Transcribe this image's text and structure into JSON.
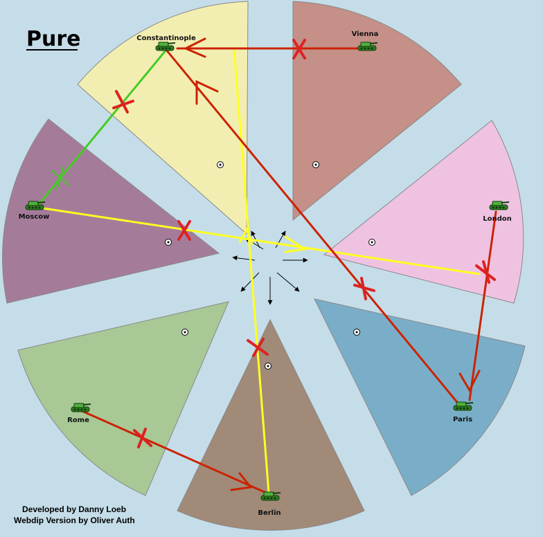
{
  "map": {
    "title": "Pure",
    "credits": [
      "Developed by Danny Loeb",
      "Webdip Version by Oliver Auth"
    ],
    "colors": {
      "background": "#c5dde8",
      "vienna": "#c49088",
      "london": "#f0c2e2",
      "paris": "#7aaec8",
      "berlin": "#a18a78",
      "rome": "#a8c896",
      "moscow": "#a47c9a",
      "constantinople": "#f2eeb2",
      "tank": "#3a9a2e",
      "order_red": "#cc2200",
      "order_yellow": "#ffff22",
      "order_green": "#44cc22",
      "failed_mark": "#dd2222"
    }
  },
  "territories": [
    {
      "name": "Constantinople",
      "unit": "army-icon"
    },
    {
      "name": "Vienna",
      "unit": "army-icon"
    },
    {
      "name": "London",
      "unit": "army-icon"
    },
    {
      "name": "Paris",
      "unit": "army-icon"
    },
    {
      "name": "Berlin",
      "unit": "army-icon"
    },
    {
      "name": "Rome",
      "unit": "army-icon"
    },
    {
      "name": "Moscow",
      "unit": "army-icon"
    }
  ],
  "orders": [
    {
      "from": "Vienna",
      "to": "Constantinople",
      "type": "move",
      "result": "failed"
    },
    {
      "from": "Paris",
      "to": "Constantinople",
      "type": "move",
      "result": "failed"
    },
    {
      "from": "London",
      "to": "Paris",
      "type": "move",
      "result": "failed"
    },
    {
      "from": "Rome",
      "to": "Berlin",
      "type": "move",
      "result": "failed"
    },
    {
      "from": "Moscow",
      "to": "London",
      "type": "support",
      "result": "failed"
    },
    {
      "from": "Berlin",
      "to": "Constantinople",
      "type": "support",
      "result": "failed"
    },
    {
      "from": "Constantinople",
      "to": "Moscow",
      "type": "convoy-line",
      "result": "failed"
    }
  ]
}
